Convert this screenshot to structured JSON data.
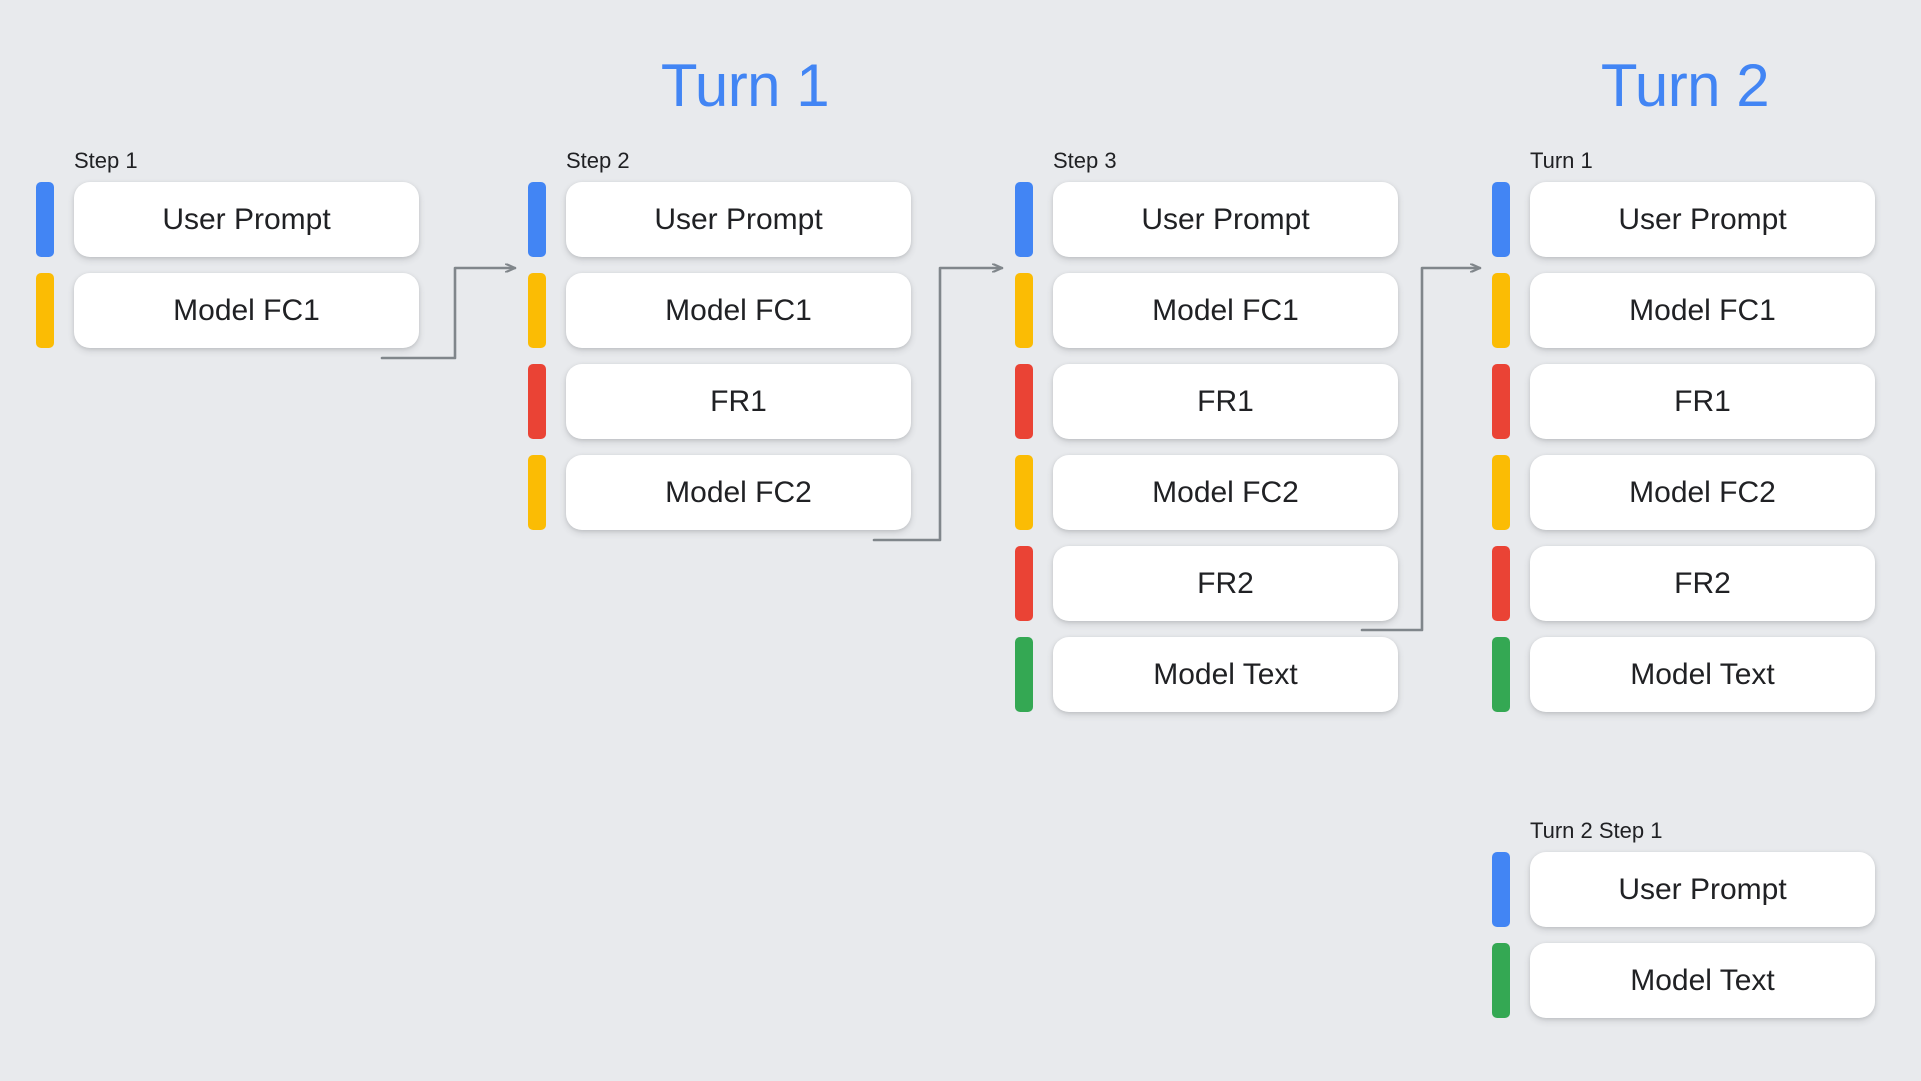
{
  "background_color": "#e8eaed",
  "palette": {
    "blue": "#4285f4",
    "yellow": "#fbbc04",
    "red": "#ea4335",
    "green": "#34a853",
    "card": "#ffffff",
    "text": "#202124",
    "arrow": "#80868b"
  },
  "titles": {
    "turn1": "Turn 1",
    "turn2": "Turn 2"
  },
  "columns": [
    {
      "id": "step-1",
      "label": "Step 1",
      "rows": [
        {
          "label": "User Prompt",
          "color": "blue"
        },
        {
          "label": "Model FC1",
          "color": "yellow"
        }
      ]
    },
    {
      "id": "step-2",
      "label": "Step 2",
      "rows": [
        {
          "label": "User Prompt",
          "color": "blue"
        },
        {
          "label": "Model FC1",
          "color": "yellow"
        },
        {
          "label": "FR1",
          "color": "red"
        },
        {
          "label": "Model FC2",
          "color": "yellow"
        }
      ]
    },
    {
      "id": "step-3",
      "label": "Step 3",
      "rows": [
        {
          "label": "User Prompt",
          "color": "blue"
        },
        {
          "label": "Model FC1",
          "color": "yellow"
        },
        {
          "label": "FR1",
          "color": "red"
        },
        {
          "label": "Model FC2",
          "color": "yellow"
        },
        {
          "label": "FR2",
          "color": "red"
        },
        {
          "label": "Model Text",
          "color": "green"
        }
      ]
    },
    {
      "id": "turn2-1",
      "label": "Turn 1",
      "rows": [
        {
          "label": "User Prompt",
          "color": "blue"
        },
        {
          "label": "Model FC1",
          "color": "yellow"
        },
        {
          "label": "FR1",
          "color": "red"
        },
        {
          "label": "Model FC2",
          "color": "yellow"
        },
        {
          "label": "FR2",
          "color": "red"
        },
        {
          "label": "Model Text",
          "color": "green"
        }
      ]
    },
    {
      "id": "turn2-step1",
      "label": "Turn 2 Step 1",
      "rows": [
        {
          "label": "User Prompt",
          "color": "blue"
        },
        {
          "label": "Model Text",
          "color": "green"
        }
      ]
    }
  ],
  "connectors": [
    {
      "from": "step-1 Model FC1",
      "to": "step-2 User Prompt"
    },
    {
      "from": "step-2 Model FC2",
      "to": "step-3 User Prompt"
    },
    {
      "from": "step-3 FR2",
      "to": "turn2-1 User Prompt"
    }
  ]
}
